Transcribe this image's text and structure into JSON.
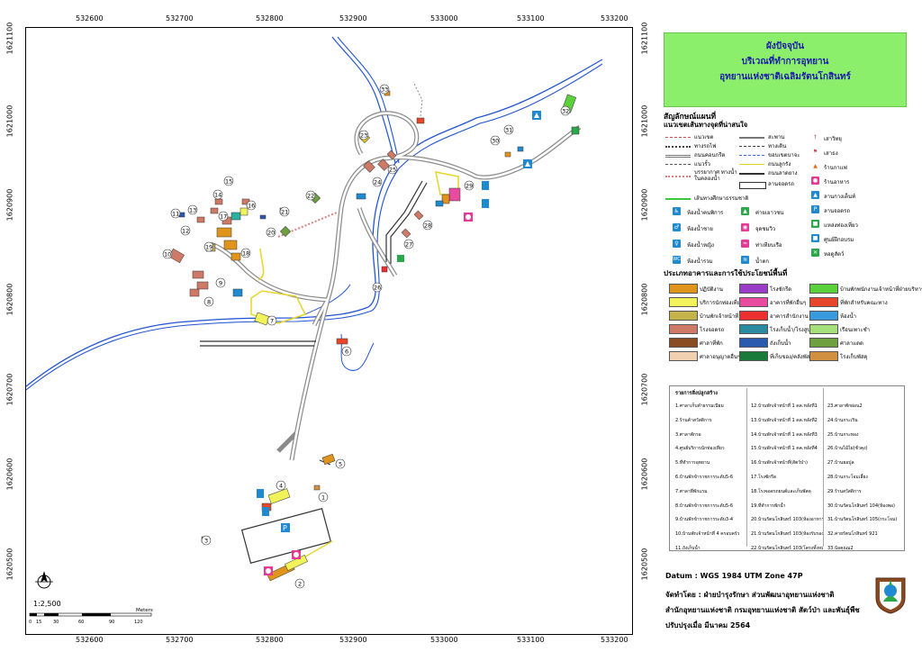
{
  "title": {
    "line1": "ผังปัจจุบัน",
    "line2": "บริเวณที่ทำการอุทยาน",
    "line3": "อุทยานแห่งชาติเฉลิมรัตนโกสินทร์"
  },
  "grid": {
    "x_labels": [
      "532600",
      "532700",
      "532800",
      "532900",
      "533000",
      "533100",
      "533200"
    ],
    "y_labels": [
      "1621100",
      "1621000",
      "1620900",
      "1620800",
      "1620700",
      "1620600",
      "1620500"
    ]
  },
  "legend": {
    "heading": "สัญลักษณ์แผนที่",
    "route_heading": "แนวเขตเส้นทางจุดที่น่าสนใจ",
    "lines": [
      {
        "label": "แนวเขต",
        "color": "#d04a4a"
      },
      {
        "label": "สะพาน",
        "color": "#777777"
      },
      {
        "label": "ทางรถไฟ",
        "color": "#444444"
      },
      {
        "label": "ทางเดิน",
        "color": "#444444"
      },
      {
        "label": "ถนนคอนกรีต",
        "color": "#777777"
      },
      {
        "label": "ขอบเขตบาจะ",
        "color": "#3a6ad8"
      },
      {
        "label": "แนวรั้ว",
        "color": "#555555"
      },
      {
        "label": "ถนนลูกรัง",
        "color": "#e2d028"
      },
      {
        "label": "บรรยากาศ ทางน้ำในคลองน้ำ",
        "color": "#d88080"
      },
      {
        "label": "ถนนลาดยาง",
        "color": "#333333"
      },
      {
        "label": "ลานจอดรถ",
        "color": "#333333"
      },
      {
        "label": "เส้นทางศึกษาธรรมชาติ",
        "color": "#38c838"
      }
    ],
    "points": [
      {
        "label": "เสาวิทยุ",
        "color": "#d04a4a",
        "glyph": "†"
      },
      {
        "label": "เสาธง",
        "color": "#d04a4a",
        "glyph": "⚑"
      },
      {
        "label": "ร้านกาแฟ",
        "color": "#e06a1a",
        "glyph": "▲"
      },
      {
        "label": "ร้านอาหาร",
        "color": "#e43c96",
        "glyph": "●"
      },
      {
        "label": "ลานกางเต็นท์",
        "color": "#1f8ad0",
        "glyph": "▲"
      },
      {
        "label": "ลานจอดรถ",
        "color": "#1f8ad0",
        "glyph": "P"
      },
      {
        "label": "แหล่งท่องเที่ยว",
        "color": "#2ba84a",
        "glyph": "■"
      },
      {
        "label": "ศูนย์ฝึกอบรม",
        "color": "#1f8ad0",
        "glyph": "■"
      },
      {
        "label": "หอดูสัตว์",
        "color": "#2ba84a",
        "glyph": "✕"
      }
    ],
    "facilities": [
      {
        "label": "ห้องน้ำคนพิการ",
        "color": "#1f8ad0",
        "glyph": "♿"
      },
      {
        "label": "ค่ายเยาวชน",
        "color": "#2ba84a",
        "glyph": "▲"
      },
      {
        "label": "ห้องน้ำชาย",
        "color": "#1f8ad0",
        "glyph": "♂"
      },
      {
        "label": "จุดชมวิว",
        "color": "#e43c96",
        "glyph": "◉"
      },
      {
        "label": "ห้องน้ำหญิง",
        "color": "#1f8ad0",
        "glyph": "♀"
      },
      {
        "label": "ท่าเทียบเรือ",
        "color": "#e43c96",
        "glyph": "≈"
      },
      {
        "label": "ห้องน้ำรวม",
        "color": "#1f8ad0",
        "glyph": "WC"
      },
      {
        "label": "น้ำตก",
        "color": "#1f8ad0",
        "glyph": "≋"
      }
    ],
    "landuse_heading": "ประเภทอาคารและการใช้ประโยชน์พื้นที่",
    "landuse": [
      {
        "label": "ปฏิบัติงาน",
        "color": "#e0941c"
      },
      {
        "label": "โรงซักรีด",
        "color": "#9a3cc8"
      },
      {
        "label": "บ้านพักพนักงานเจ้าหน้าที่ฝ่ายบริหาร",
        "color": "#5ad03a"
      },
      {
        "label": "บริการนักท่องเที่ยว",
        "color": "#f2f25a"
      },
      {
        "label": "อาคารที่พักอื่นๆ",
        "color": "#e84ca0"
      },
      {
        "label": "ที่พักสำหรับคณะทาง",
        "color": "#e8462a"
      },
      {
        "label": "บ้านพักเจ้าหน้าที่",
        "color": "#c4b24a"
      },
      {
        "label": "อาคารสำนักงาน",
        "color": "#ec3030"
      },
      {
        "label": "ห้องน้ำ",
        "color": "#3a9ae0"
      },
      {
        "label": "โรงจอดรถ",
        "color": "#cf7a66"
      },
      {
        "label": "โรงเก็บน้ำ/โรงสูบน้ำ",
        "color": "#2a8aa0"
      },
      {
        "label": "เรือนเพาะชำ",
        "color": "#a6e07a"
      },
      {
        "label": "ศาลาที่พัก",
        "color": "#8a4a22"
      },
      {
        "label": "ถังเก็บน้ำ",
        "color": "#2a5ab0"
      },
      {
        "label": "ศาลาแดด",
        "color": "#6ea040"
      },
      {
        "label": "ศาลาอนุญาตอื่นๆ",
        "color": "#f0d0b0"
      },
      {
        "label": "ที่เก็บของ/คลังพัสดุ",
        "color": "#1a7a3a"
      },
      {
        "label": "โรงเก็บพัสดุ",
        "color": "#d09040"
      }
    ]
  },
  "buildings": {
    "heading": "รายการสิ่งปลูกสร้าง",
    "col1": [
      "1.ศาลาเก็บคำธรรมเนียม",
      "2.ร้านค้าสวัสดิการ",
      "3.ศาลาพักรอ",
      "4.ศูนย์บริการนักท่องเที่ยว",
      "5.ที่ทำการอุทยาน",
      "6.บ้านพักข้าราชการระดับ5-6",
      "7.ศาลาที่พักแรม",
      "8.บ้านพักข้าราชการระดับ5-6",
      "9.บ้านพักข้าราชการระดับ3-4",
      "10.บ้านพักเจ้าหน้าที่ 4 ครอบครัว",
      "11.ถังเก็บน้ำ"
    ],
    "col2": [
      "12.บ้านพักเจ้าหน้าที่ 1 คค.หลังที่1",
      "13.บ้านพักเจ้าหน้าที่ 1 คค.หลังที่2",
      "14.บ้านพักเจ้าหน้าที่ 1 คค.หลังที่3",
      "15.บ้านพักเจ้าหน้าที่ 1 คค.หลังที่4",
      "16.บ้านพักเจ้าหน้าที่(สัตว์ป่า)",
      "17.โรงซักรีด",
      "18.โรงจอดรถยนต์และเก็บพัสดุ",
      "19.ที่ทำการพักน้ำ",
      "20.บ้านรัตนโกสินทร์ 103(ห้องอาหาร)",
      "21.บ้านรัตนโกสินทร์ 103(ห้องรับรอง)",
      "22.บ้านรัตนโกสินทร์ 103(โครงทั้งหมด)"
    ],
    "col3": [
      "23.ศาลาพักผ่อน2",
      "24.บ้านกระเริน",
      "25.บ้านกระทอง",
      "26.บ้านไม้ไผ่(ชั่วคุง)",
      "27.บ้านยอปูล",
      "28.บ้านกระโจมเลี้ยง",
      "29.ร้านสวัสดิการ",
      "30.บ้านรัตนโกสินทร์ 104(ห้องพอ)",
      "31.บ้านรัตนโกสินทร์ 105(กระโจม)",
      "32.ค่ายรัตนโกสินทร์ 921",
      "33.บ้อคุณม2"
    ]
  },
  "footer": {
    "datum": "Datum  :  WGS 1984 UTM Zone 47P",
    "producer": "จัดทำโดย  :  ฝ่ายบำรุงรักษา ส่วนพัฒนาอุทยานแห่งชาติ",
    "agency": "สำนักอุทยานแห่งชาติ  กรมอุทยานแห่งชาติ สัตว์ป่า และพันธุ์พืช",
    "updated": "ปรับปรุงเมื่อ มีนาคม 2564"
  },
  "scale": {
    "ratio": "1:2,500",
    "unit": "Meters",
    "ticks": [
      "0",
      "15",
      "30",
      "60",
      "90",
      "120"
    ]
  },
  "map_labels": [
    "1",
    "2",
    "3",
    "4",
    "5",
    "6",
    "7",
    "8",
    "9",
    "10",
    "11",
    "12",
    "13",
    "14",
    "15",
    "16",
    "17",
    "18",
    "19",
    "20",
    "21",
    "22",
    "23",
    "24",
    "25",
    "26",
    "27",
    "28",
    "29",
    "30",
    "31",
    "32",
    "33"
  ],
  "colors": {
    "river": "#2255d0",
    "road": "#8a8a8a",
    "dirt": "#e6d52a",
    "title_bg": "#8bef6b",
    "title_text": "#1a1aa8"
  }
}
